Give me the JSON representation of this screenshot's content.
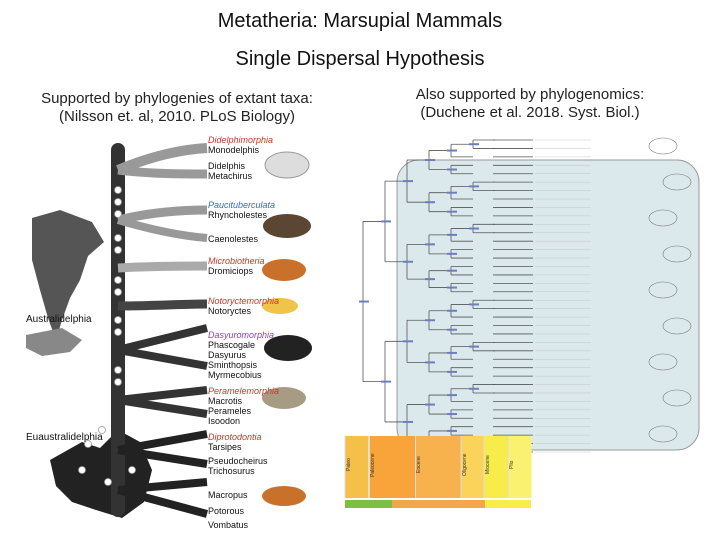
{
  "header": {
    "title": "Metatheria: Marsupial Mammals",
    "subtitle": "Single Dispersal Hypothesis"
  },
  "left_panel": {
    "caption_line1": "Supported by phylogenies of extant taxa:",
    "caption_line2": "(Nilsson et. al, 2010. PLoS Biology)",
    "group_labels": [
      "Australidelphia",
      "Euaustralidelphia"
    ],
    "clades": [
      {
        "order": "Didelphimorphia",
        "color": "#c0392b",
        "taxa": [
          "Monodelphis",
          "Didelphis",
          "Metachirus"
        ]
      },
      {
        "order": "Paucituberculata",
        "color": "#2e6fbf",
        "taxa": [
          "Rhyncholestes",
          "Caenolestes"
        ]
      },
      {
        "order": "Microbiotheria",
        "color": "#c0392b",
        "taxa": [
          "Dromiciops"
        ]
      },
      {
        "order": "Notoryctemorphia",
        "color": "#c0392b",
        "taxa": [
          "Notoryctes"
        ]
      },
      {
        "order": "Dasyuromorphia",
        "color": "#8e44ad",
        "taxa": [
          "Phascogale",
          "Dasyurus",
          "Sminthopsis",
          "Myrmecobius"
        ]
      },
      {
        "order": "Peramelemorphia",
        "color": "#c0392b",
        "taxa": [
          "Macrotis",
          "Perameles",
          "Isoodon"
        ]
      },
      {
        "order": "Diprotodontia",
        "color": "#c0392b",
        "taxa": [
          "Tarsipes",
          "Pseudocheirus",
          "Trichosurus",
          "Macropus",
          "Potorous",
          "Vombatus"
        ]
      }
    ]
  },
  "right_panel": {
    "caption_line1": "Also supported by phylogenomics:",
    "caption_line2": "(Duchene et al. 2018. Syst. Biol.)",
    "colors": {
      "panel_fill": "#dce9ec",
      "branch": "#555555",
      "node": "#6a7fc0"
    },
    "timescale": [
      {
        "label": "Paleo",
        "color": "#f5c04a"
      },
      {
        "label": "Paleocene",
        "color": "#f9a43a"
      },
      {
        "label": "Eocene",
        "color": "#f7b24d"
      },
      {
        "label": "Oligocene",
        "color": "#fbd35a"
      },
      {
        "label": "Miocene",
        "color": "#f8ec4a"
      },
      {
        "label": "Plio",
        "color": "#fbf170"
      }
    ]
  }
}
